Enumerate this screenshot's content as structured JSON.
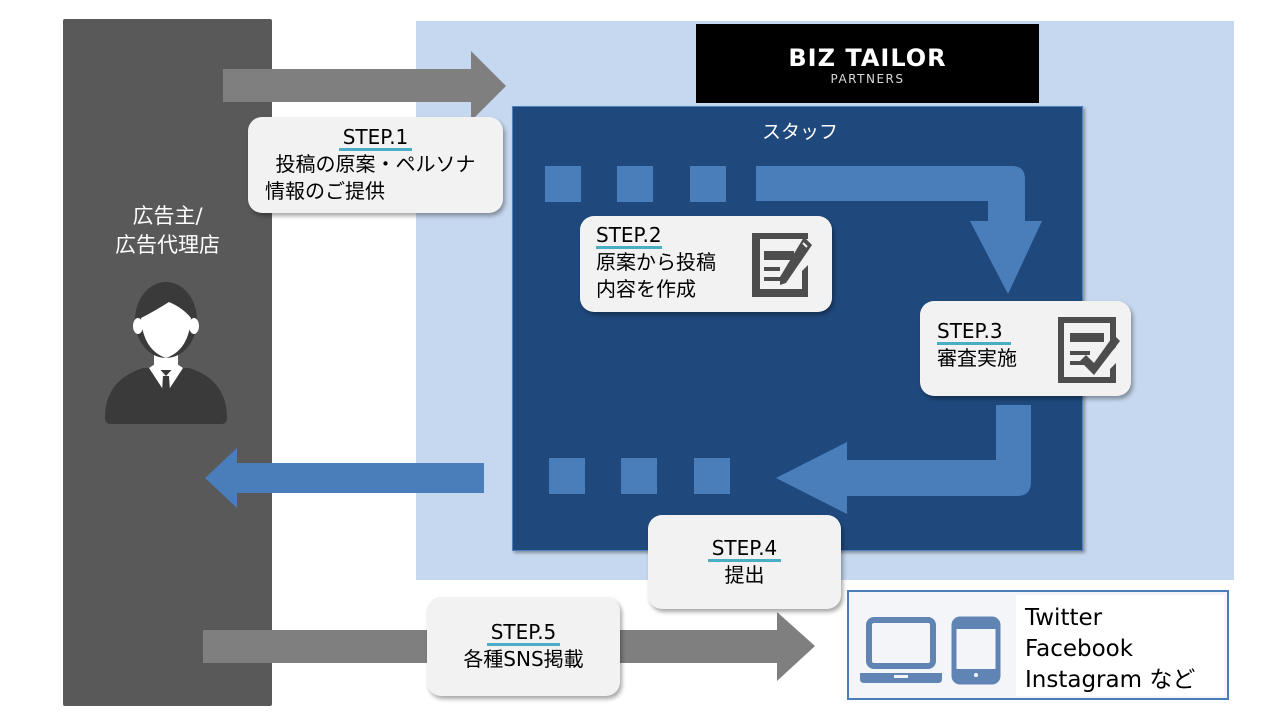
{
  "advertiser": {
    "label_line1": "広告主/",
    "label_line2": "広告代理店",
    "icon": "businessperson-icon"
  },
  "logo": {
    "name": "BIZ TAILOR",
    "sub": "PARTNERS"
  },
  "staff": {
    "label": "スタッフ"
  },
  "steps": [
    {
      "step": "STEP.1",
      "line1": "投稿の原案・ペルソナ",
      "line2": "情報のご提供"
    },
    {
      "step": "STEP.2",
      "line1": "原案から投稿",
      "line2": "内容を作成",
      "icon": "edit-document-icon"
    },
    {
      "step": "STEP.3",
      "line1": "審査実施",
      "icon": "checklist-icon"
    },
    {
      "step": "STEP.4",
      "line1": "提出"
    },
    {
      "step": "STEP.5",
      "line1": "各種SNS掲載"
    }
  ],
  "sns": {
    "items": [
      "Twitter",
      "Facebook",
      "Instagram など"
    ],
    "icons": [
      "laptop-icon",
      "tablet-icon"
    ]
  },
  "colors": {
    "dark_gray": "#595959",
    "arrow_gray": "#7f7f7f",
    "light_blue": "#c6d8ef",
    "navy": "#1f497d",
    "mid_blue": "#4a7ebb",
    "underline": "#4bacc6",
    "callout": "#f2f2f2"
  }
}
